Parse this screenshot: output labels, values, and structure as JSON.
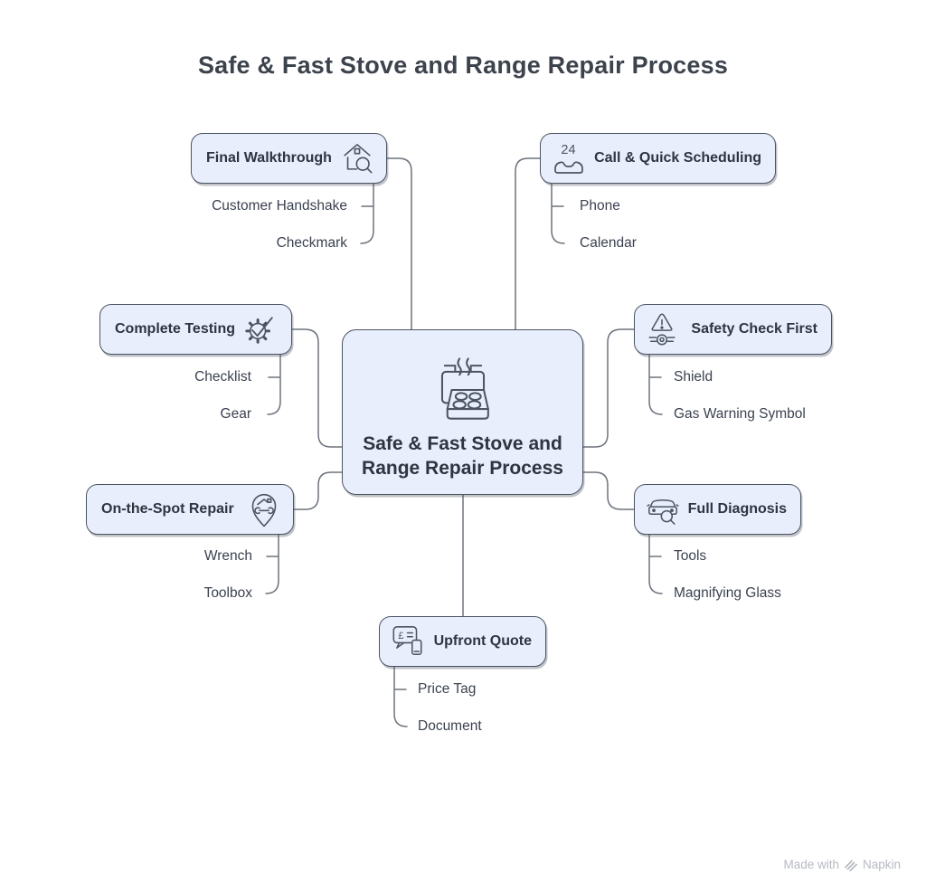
{
  "title": "Safe & Fast Stove and Range Repair Process",
  "central_node": {
    "label": "Safe & Fast Stove and Range Repair Process",
    "icon": "stove-steam-icon"
  },
  "branches": {
    "final_walkthrough": {
      "label": "Final Walkthrough",
      "icon": "house-magnifier-icon",
      "children": {
        "first": "Customer Handshake",
        "second": "Checkmark"
      }
    },
    "call_scheduling": {
      "label": "Call & Quick Scheduling",
      "icon": "phone-24h-icon",
      "icon_text": "24",
      "children": {
        "first": "Phone",
        "second": "Calendar"
      }
    },
    "complete_testing": {
      "label": "Complete Testing",
      "icon": "gear-checkmark-icon",
      "children": {
        "first": "Checklist",
        "second": "Gear"
      }
    },
    "safety_check": {
      "label": "Safety Check First",
      "icon": "warning-gas-icon",
      "children": {
        "first": "Shield",
        "second": "Gas Warning Symbol"
      }
    },
    "onthespot_repair": {
      "label": "On-the-Spot Repair",
      "icon": "pin-wrench-icon",
      "children": {
        "first": "Wrench",
        "second": "Toolbox"
      }
    },
    "full_diagnosis": {
      "label": "Full Diagnosis",
      "icon": "car-magnifier-icon",
      "children": {
        "first": "Tools",
        "second": "Magnifying Glass"
      }
    },
    "upfront_quote": {
      "label": "Upfront Quote",
      "icon": "price-chat-phone-icon",
      "icon_char": "£",
      "children": {
        "first": "Price Tag",
        "second": "Document"
      }
    }
  },
  "watermark": {
    "prefix": "Made with",
    "brand": "Napkin"
  },
  "colors": {
    "node_fill": "#e8eefc",
    "node_border": "#4c5462",
    "connector": "#6d737d",
    "title_text": "#3d434d",
    "leaf_text": "#3b4250",
    "watermark_text": "#b6bac1"
  }
}
